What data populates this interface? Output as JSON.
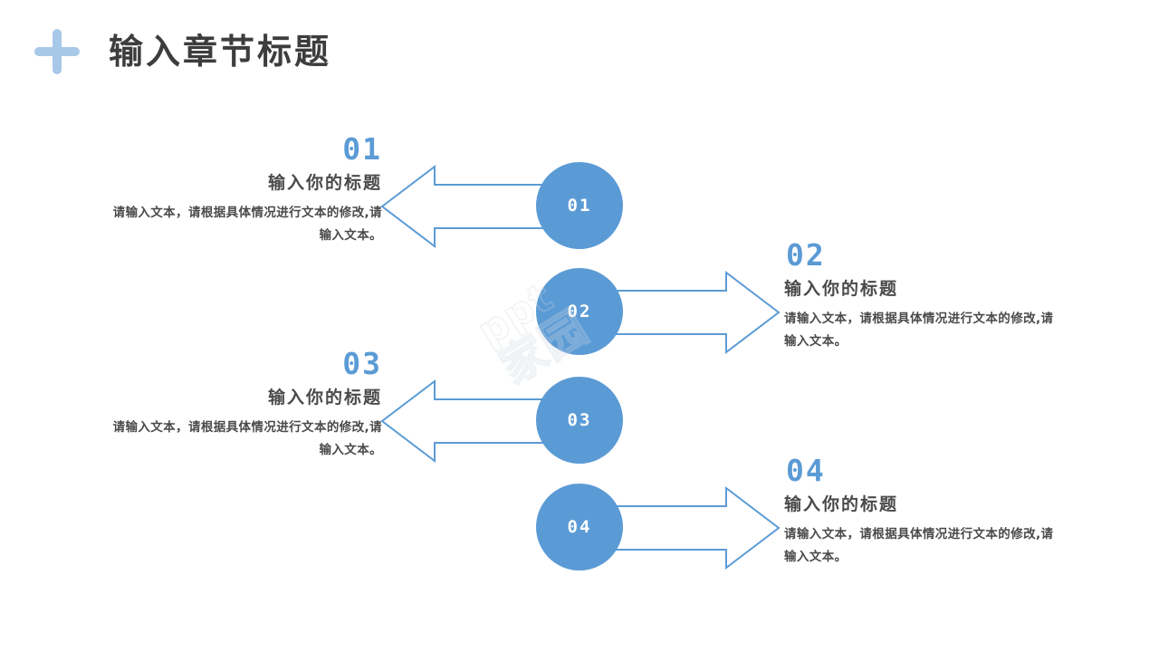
{
  "header": {
    "icon": "plus-icon",
    "title": "输入章节标题"
  },
  "theme": {
    "accent_blue": "#5b9bd5",
    "light_blue": "#a8c8e8",
    "text_dark": "#4a4a4a",
    "background": "#ffffff"
  },
  "watermark": {
    "line1": "ppt",
    "line2": "家园"
  },
  "sections": [
    {
      "number": "01",
      "circle_label": "01",
      "title": "输入你的标题",
      "body": "请输入文本，请根据具体情况进行文本的修改,请输入文本。",
      "direction": "left",
      "arrow_icon": "arrow-left-icon"
    },
    {
      "number": "02",
      "circle_label": "02",
      "title": "输入你的标题",
      "body": "请输入文本，请根据具体情况进行文本的修改,请输入文本。",
      "direction": "right",
      "arrow_icon": "arrow-right-icon"
    },
    {
      "number": "03",
      "circle_label": "03",
      "title": "输入你的标题",
      "body": "请输入文本，请根据具体情况进行文本的修改,请输入文本。",
      "direction": "left",
      "arrow_icon": "arrow-left-icon"
    },
    {
      "number": "04",
      "circle_label": "04",
      "title": "输入你的标题",
      "body": "请输入文本，请根据具体情况进行文本的修改,请输入文本。",
      "direction": "right",
      "arrow_icon": "arrow-right-icon"
    }
  ]
}
